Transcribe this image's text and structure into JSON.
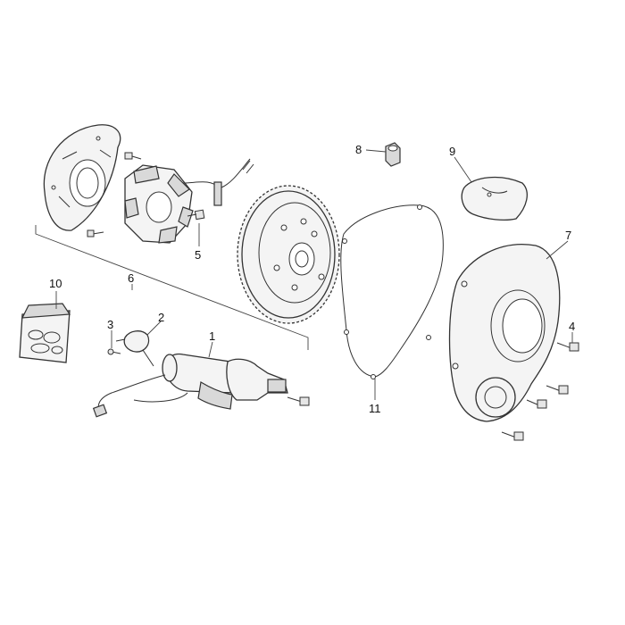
{
  "callouts": {
    "c1": "1",
    "c2": "2",
    "c3": "3",
    "c4": "4",
    "c5": "5",
    "c6": "6",
    "c7": "7",
    "c8": "8",
    "c9": "9",
    "c10": "10",
    "c11": "11"
  },
  "colors": {
    "line": "#333333",
    "fill": "#f4f4f4",
    "background": "#ffffff"
  }
}
